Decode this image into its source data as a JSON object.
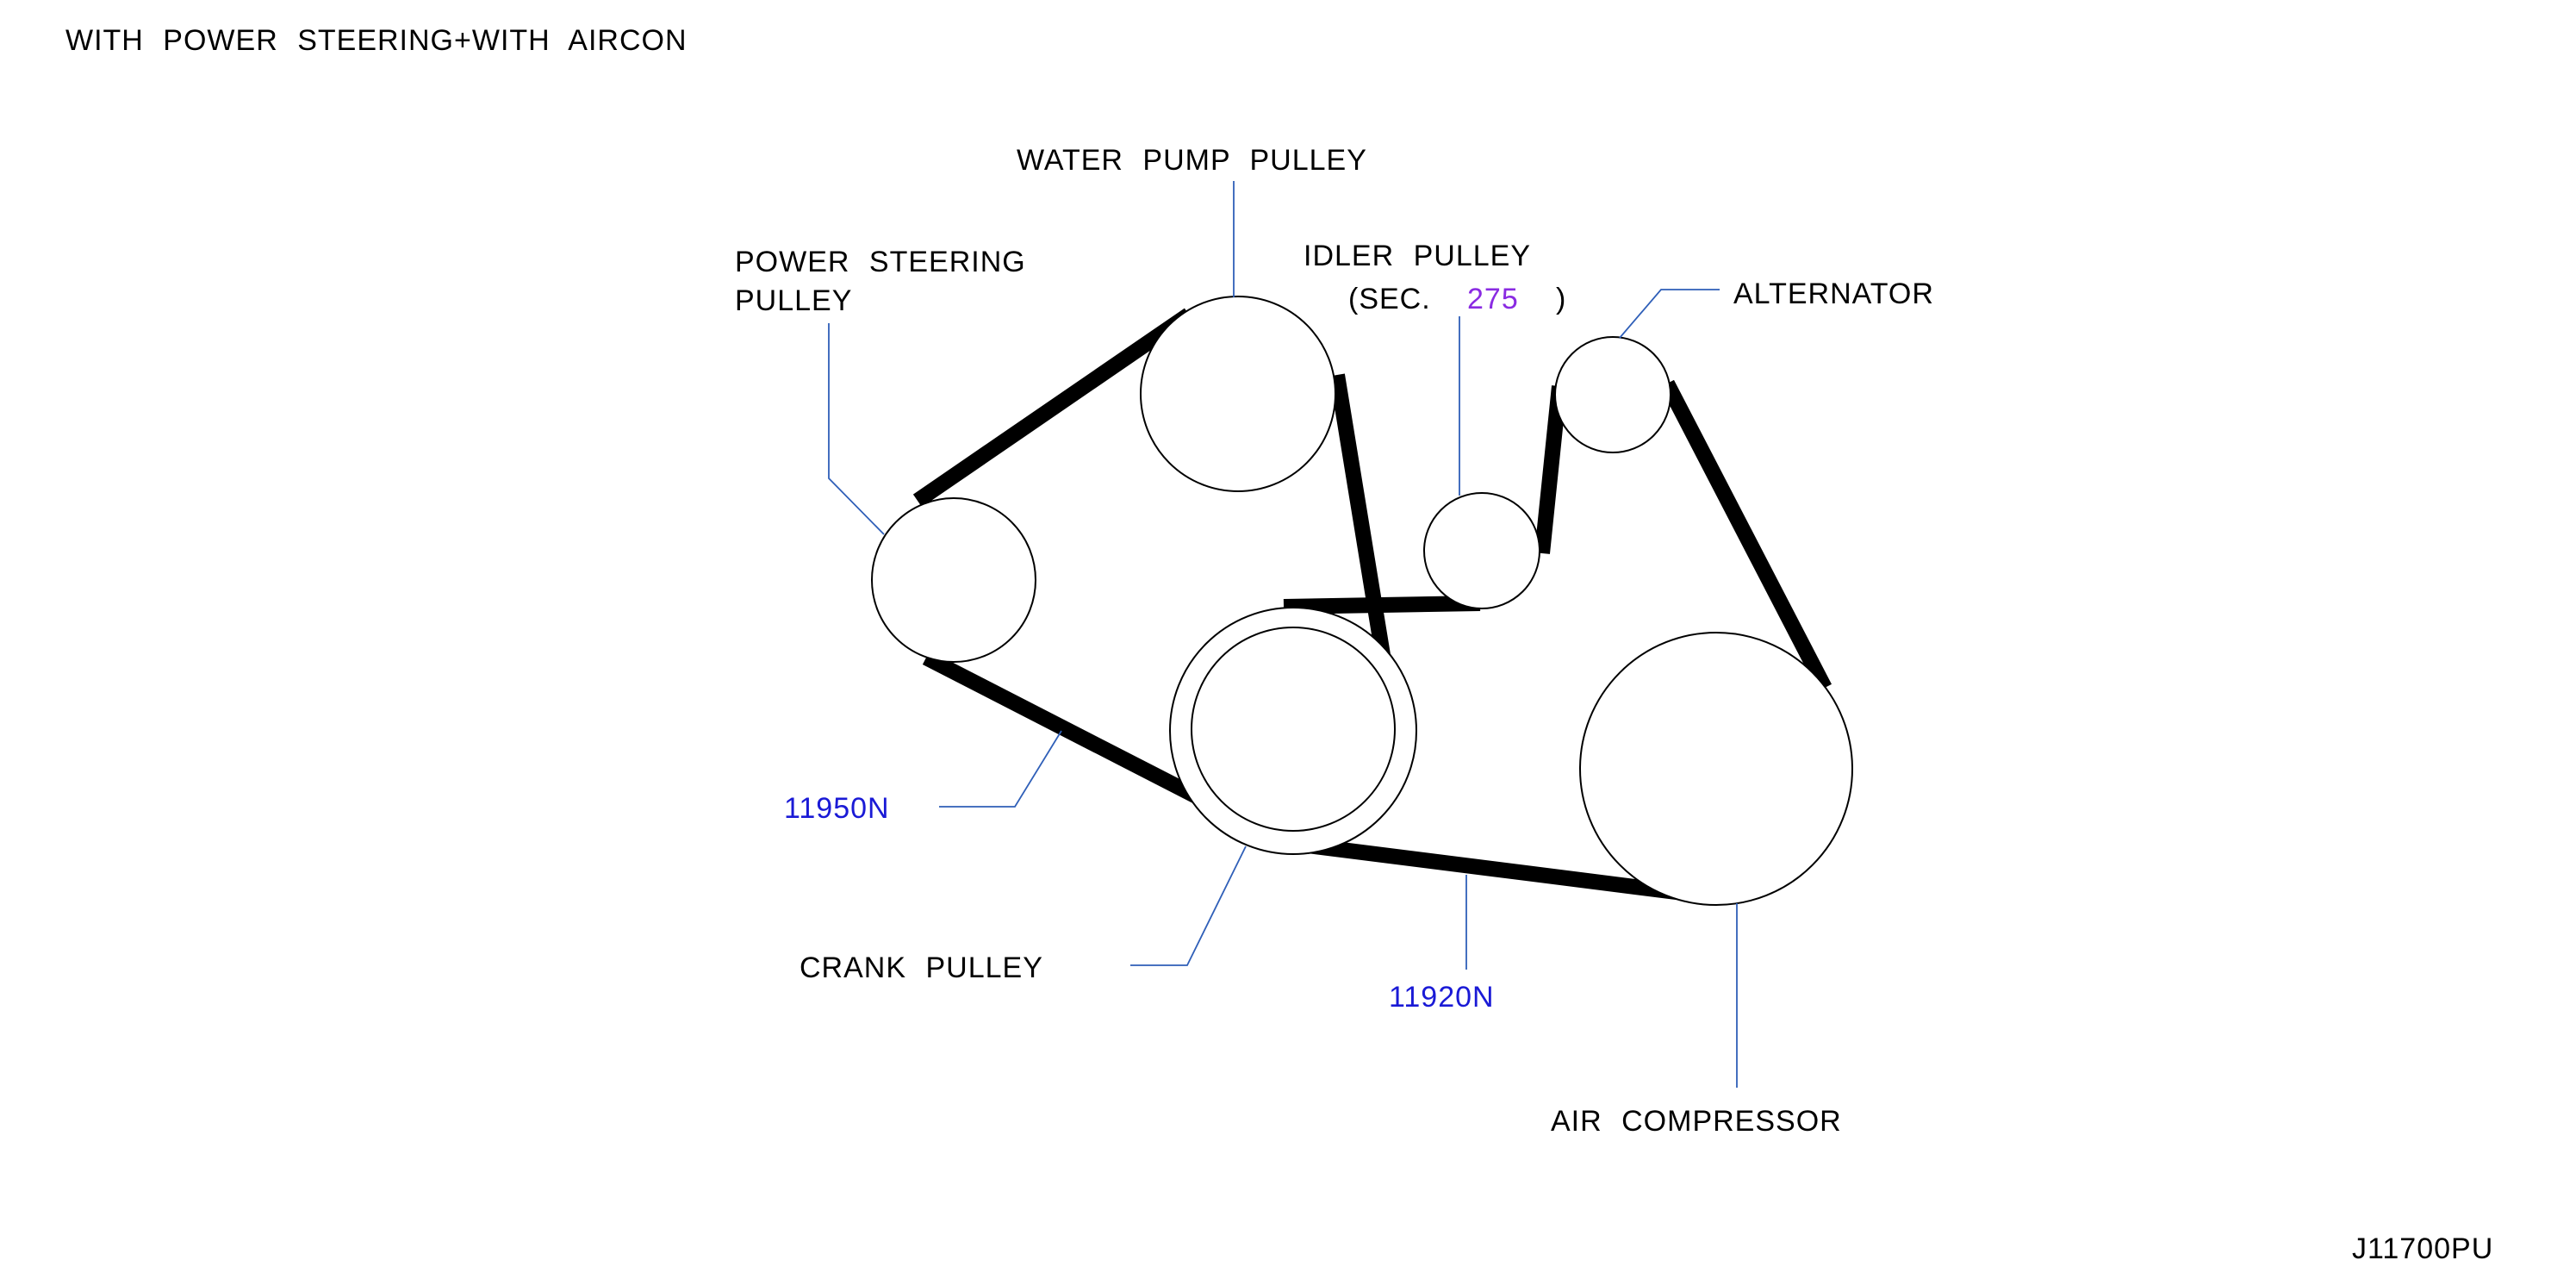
{
  "header": {
    "title": "WITH  POWER  STEERING+WITH  AIRCON"
  },
  "labels": {
    "water_pump": "WATER  PUMP  PULLEY",
    "power_steering_line1": "POWER  STEERING",
    "power_steering_line2": "PULLEY",
    "idler_line1": "IDLER  PULLEY",
    "idler_sec_prefix": "(SEC.",
    "idler_sec_number": "275",
    "idler_sec_suffix": ")",
    "alternator": "ALTERNATOR",
    "crank": "CRANK  PULLEY",
    "air_compressor": "AIR  COMPRESSOR",
    "part_11950": "11950N",
    "part_11920": "11920N"
  },
  "footer": {
    "code": "J11700PU"
  },
  "colors": {
    "belt": "#000000",
    "leader": "#2f5fb8",
    "part_number": "#1a1ad6",
    "section_link": "#8a2be2"
  }
}
